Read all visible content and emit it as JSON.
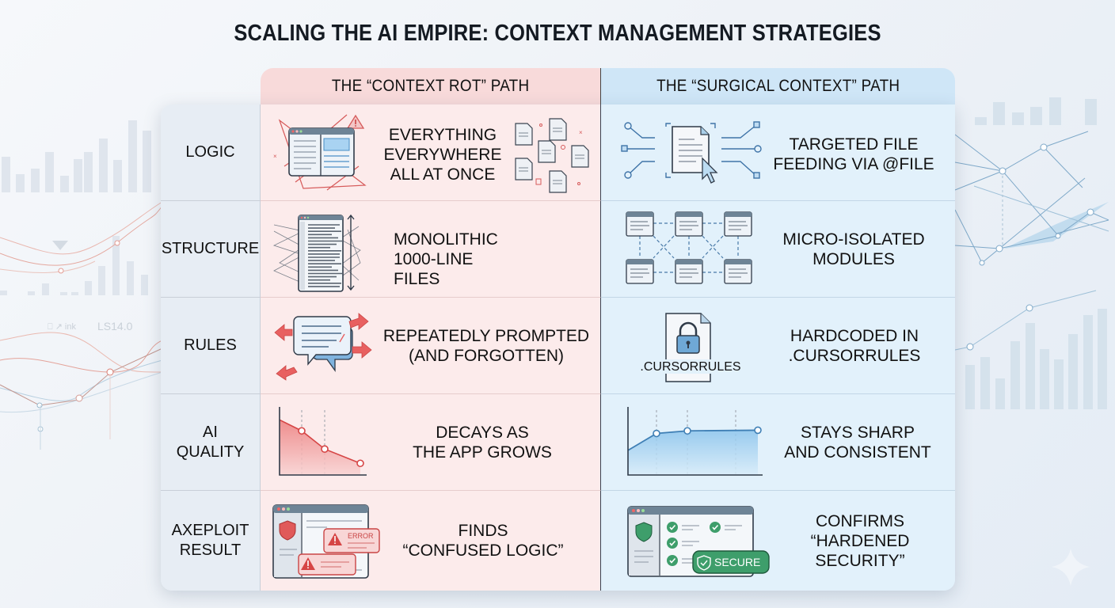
{
  "title": "SCALING THE AI EMPIRE: CONTEXT MANAGEMENT STRATEGIES",
  "columns": {
    "context_rot": "THE “CONTEXT ROT” PATH",
    "surgical_context": "THE “SURGICAL CONTEXT” PATH"
  },
  "rows": [
    {
      "label": [
        "LOGIC"
      ],
      "rot": [
        "EVERYTHING",
        "EVERYWHERE",
        "ALL AT ONCE"
      ],
      "surgical": [
        "TARGETED FILE",
        "FEEDING VIA @FILE"
      ]
    },
    {
      "label": [
        "STRUCTURE"
      ],
      "rot": [
        "MONOLITHIC",
        "1000-LINE FILES"
      ],
      "surgical": [
        "MICRO-ISOLATED",
        "MODULES"
      ]
    },
    {
      "label": [
        "RULES"
      ],
      "rot": [
        "REPEATEDLY PROMPTED",
        "(AND FORGOTTEN)"
      ],
      "surgical": [
        "HARDCODED IN",
        ".CURSORRULES"
      ]
    },
    {
      "label": [
        "AI",
        "QUALITY"
      ],
      "rot": [
        "DECAYS AS",
        "THE APP GROWS"
      ],
      "surgical": [
        "STAYS SHARP",
        "AND CONSISTENT"
      ]
    },
    {
      "label": [
        "AXEPLOIT",
        "RESULT"
      ],
      "rot": [
        "FINDS",
        "“CONFUSED LOGIC”"
      ],
      "surgical": [
        "CONFIRMS",
        "“HARDENED",
        "SECURITY”"
      ]
    }
  ],
  "icons": {
    "rules_file_label": ".CURSORRULES",
    "error_label": "ERROR",
    "secure_label": "SECURE"
  },
  "mini_charts": {
    "decay_values": [
      0.85,
      0.68,
      0.4,
      0.18
    ],
    "sharp_values": [
      0.38,
      0.64,
      0.68,
      0.69
    ]
  },
  "background_text": [
    "⎕ ↗ ink",
    "LS14.0"
  ],
  "colors": {
    "rot_header": "#f8dada",
    "rot_cell": "#fcebeb",
    "surgical_header": "#cfe6f7",
    "surgical_cell": "#e2f1fb",
    "label_cell": "#e7edf4",
    "accent_red": "#e05a5a",
    "accent_blue": "#3f86c0",
    "accent_green": "#3e9e6b"
  }
}
